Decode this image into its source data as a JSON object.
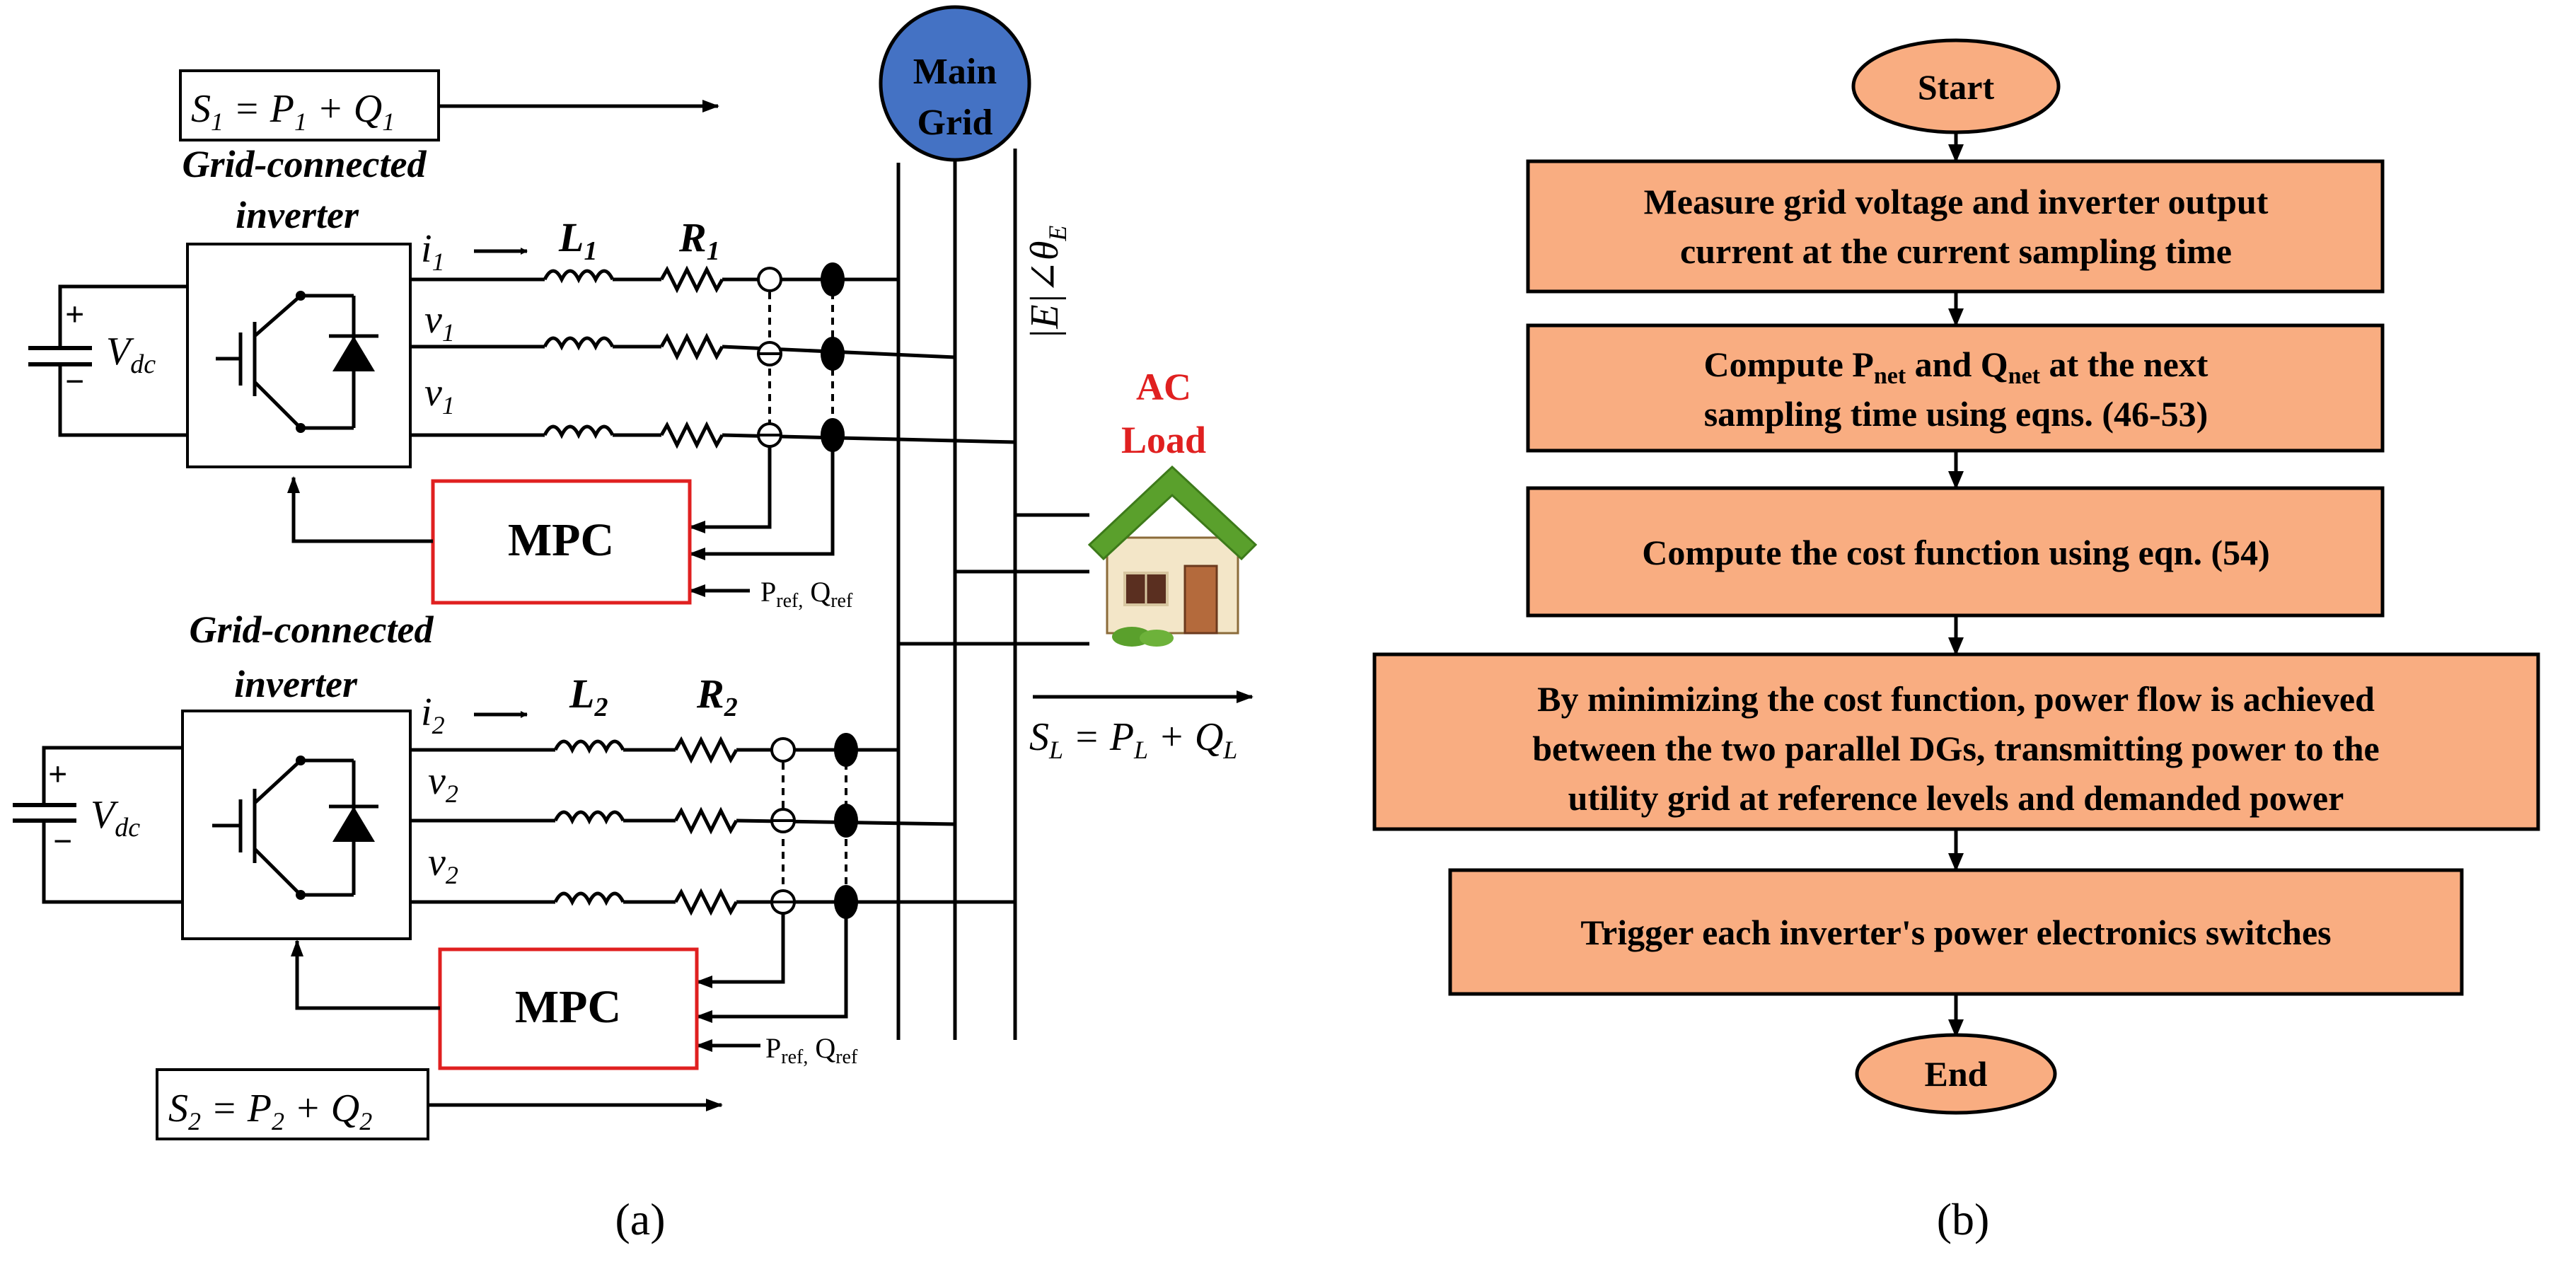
{
  "circuit": {
    "main_grid": [
      "Main",
      "Grid"
    ],
    "s1": {
      "base": "S",
      "sub": "1",
      "mid": " = P",
      "sub2": "1",
      "mid2": " + Q",
      "sub3": "1"
    },
    "s2": {
      "base": "S",
      "sub": "2",
      "mid": " = P",
      "sub2": "2",
      "mid2": " + Q",
      "sub3": "2"
    },
    "sl": {
      "base": "S",
      "sub": "L",
      "mid": " = P",
      "sub2": "L",
      "mid2": " + Q",
      "sub3": "L"
    },
    "grid_voltage": {
      "a": "|E|∠θ",
      "sub": "E"
    },
    "inverter_label_1": [
      "Grid-connected",
      "inverter"
    ],
    "inverter_label_2": [
      "Grid-connected",
      "inverter"
    ],
    "vdc": {
      "base": "V",
      "sub": "dc"
    },
    "plus": "+",
    "minus": "−",
    "i1": {
      "base": "i",
      "sub": "1"
    },
    "i2": {
      "base": "i",
      "sub": "2"
    },
    "v1": {
      "base": "v",
      "sub": "1"
    },
    "v2": {
      "base": "v",
      "sub": "2"
    },
    "L1": {
      "base": "L",
      "sub": "1"
    },
    "R1": {
      "base": "R",
      "sub": "1"
    },
    "L2": {
      "base": "L",
      "sub": "2"
    },
    "R2": {
      "base": "R",
      "sub": "2"
    },
    "mpc": "MPC",
    "pref": {
      "p": "P",
      "psub": "ref,",
      "q": " Q",
      "qsub": "ref"
    },
    "ac_load": [
      "AC",
      "Load"
    ],
    "caption": "(a)"
  },
  "flowchart": {
    "start": "Start",
    "end": "End",
    "step1": [
      "Measure grid voltage and inverter output",
      "current at the current sampling time"
    ],
    "step2": {
      "l1a": "Compute P",
      "l1s1": "net",
      "l1b": " and Q",
      "l1s2": "net",
      "l1c": " at the next",
      "l2": "sampling time using eqns. (46-53)"
    },
    "step3": "Compute the cost function using eqn. (54)",
    "step4": [
      "By minimizing the cost function, power flow is achieved",
      "between the two parallel DGs, transmitting power to the",
      "utility grid at reference levels and demanded power"
    ],
    "step5": "Trigger each inverter's power electronics switches",
    "caption": "(b)"
  },
  "colors": {
    "box_fill": "#F9AD81",
    "grid_fill": "#4472C4",
    "mpc_border": "#E02020",
    "ac_load_text": "#E02020",
    "line": "#000000"
  }
}
